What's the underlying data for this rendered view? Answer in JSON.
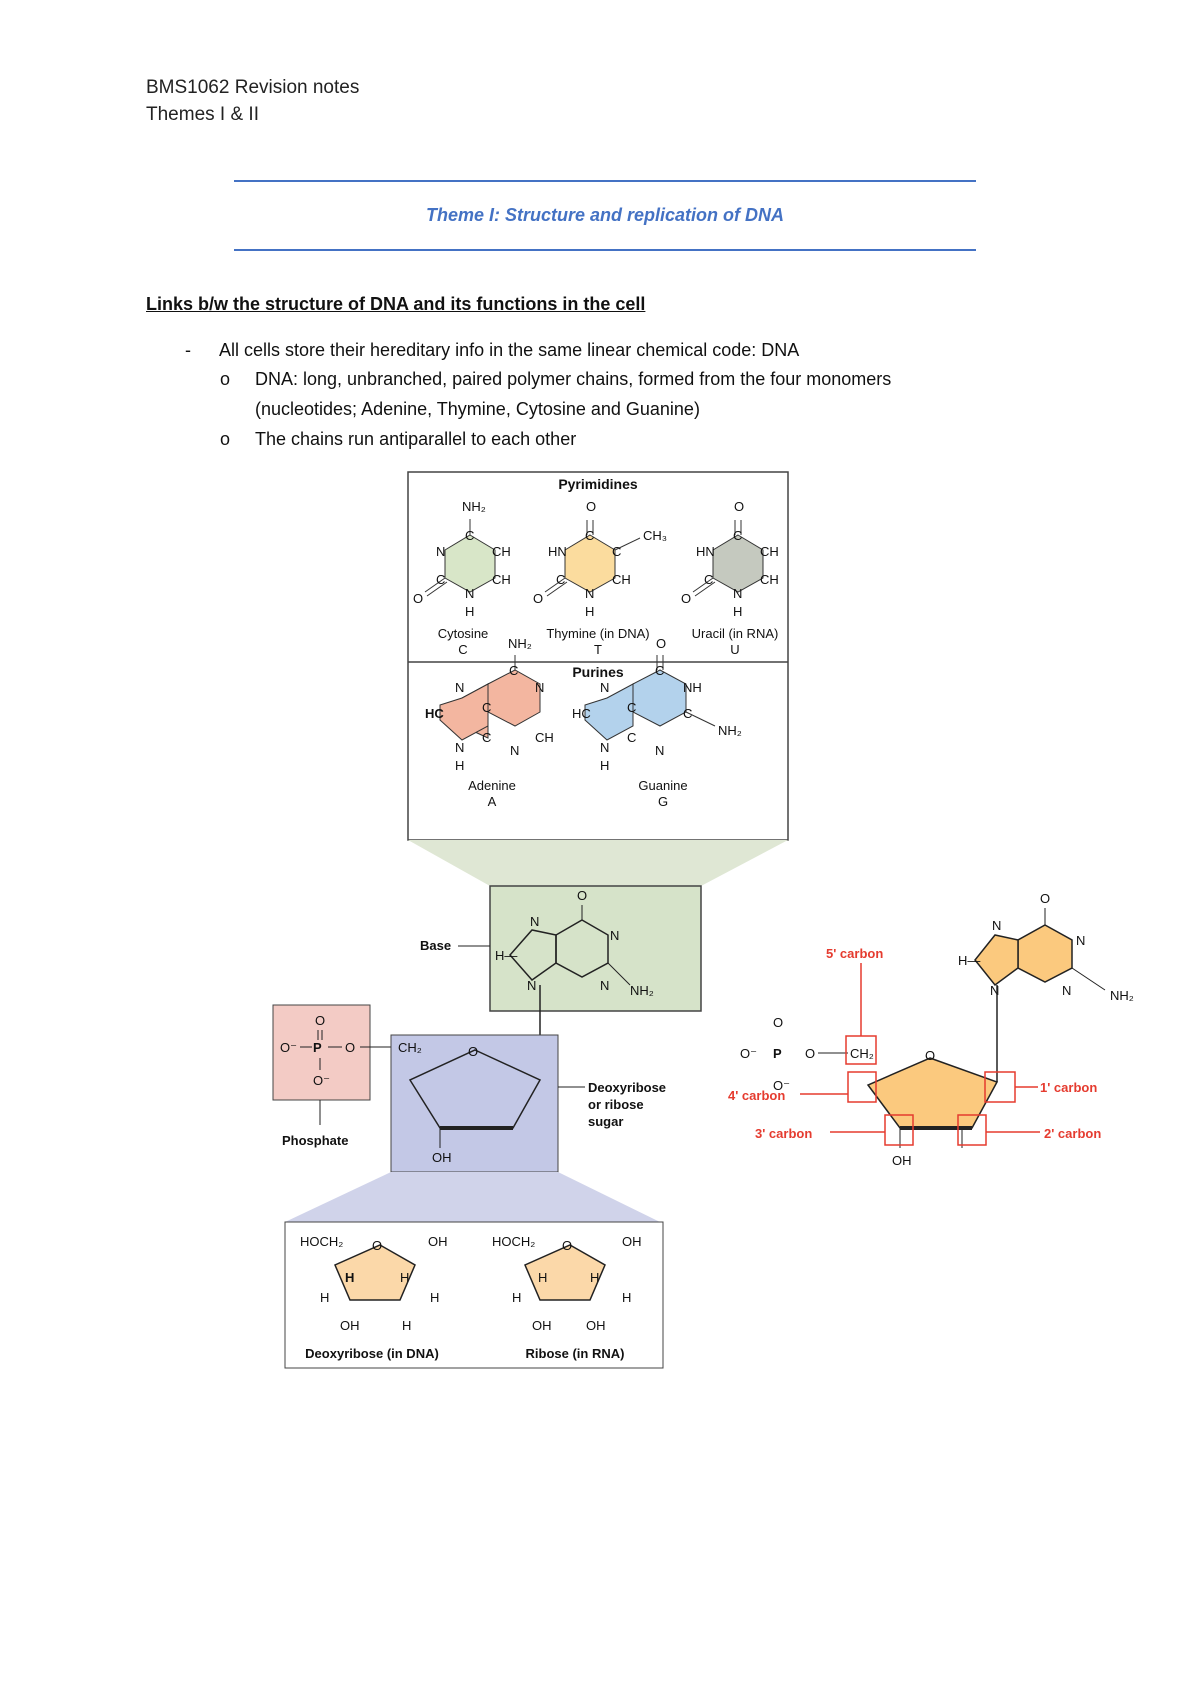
{
  "header": {
    "line1": "BMS1062 Revision notes",
    "line2": "Themes I & II"
  },
  "theme": {
    "title": "Theme I: Structure and replication of DNA"
  },
  "section": {
    "heading": "Links b/w the structure of DNA and its functions in the cell"
  },
  "bullets": {
    "b1": {
      "mark": "-",
      "text": "All cells store their hereditary info in the same linear chemical code: DNA"
    },
    "b2": {
      "mark": "o",
      "line1": "DNA: long, unbranched, paired polymer chains, formed from the four monomers",
      "line2": "(nucleotides; Adenine, Thymine, Cytosine and Guanine)"
    },
    "b3": {
      "mark": "o",
      "text": "The chains run antiparallel to each other"
    }
  },
  "figure": {
    "pyrimidines": {
      "title": "Pyrimidines",
      "cytosine": {
        "name": "Cytosine",
        "letter": "C"
      },
      "thymine": {
        "name": "Thymine (in DNA)",
        "letter": "T"
      },
      "uracil": {
        "name": "Uracil (in RNA)",
        "letter": "U"
      }
    },
    "purines": {
      "title": "Purines",
      "adenine": {
        "name": "Adenine",
        "letter": "A"
      },
      "guanine": {
        "name": "Guanine",
        "letter": "G"
      }
    },
    "labels": {
      "base": "Base",
      "phosphate": "Phosphate",
      "sugar_line1": "Deoxyribose",
      "sugar_line2": "or ribose",
      "sugar_line3": "sugar"
    },
    "sugars": {
      "deoxyribose": "Deoxyribose (in DNA)",
      "ribose": "Ribose (in RNA)"
    },
    "atoms": {
      "O": "O",
      "N": "N",
      "C": "C",
      "H": "H",
      "HN": "HN",
      "HC": "HC",
      "CH": "CH",
      "NH": "NH",
      "NH2": "NH₂",
      "CH2": "CH₂",
      "CH3": "CH₃",
      "OH": "OH",
      "HOCH2": "HOCH₂",
      "P": "P",
      "Ominus": "O⁻",
      "Hdash": "H—"
    },
    "carbons": {
      "c5": "5' carbon",
      "c4": "4' carbon",
      "c3": "3' carbon",
      "c2": "2' carbon",
      "c1": "1' carbon"
    }
  },
  "colors": {
    "accent_blue": "#4472c4",
    "cytosine": "#d8e6c8",
    "thymine": "#fbdc9e",
    "uracil": "#c5c9bf",
    "adenine": "#f3b6a0",
    "guanine": "#b3d2ec",
    "base_box": "#d6e3c9",
    "sugar_box": "#c3c8e6",
    "phosphate_box": "#f3cbc5",
    "sugar_ring": "#fbd8a9",
    "orange_ring": "#fbc97e",
    "red_label": "#e53b2f"
  }
}
